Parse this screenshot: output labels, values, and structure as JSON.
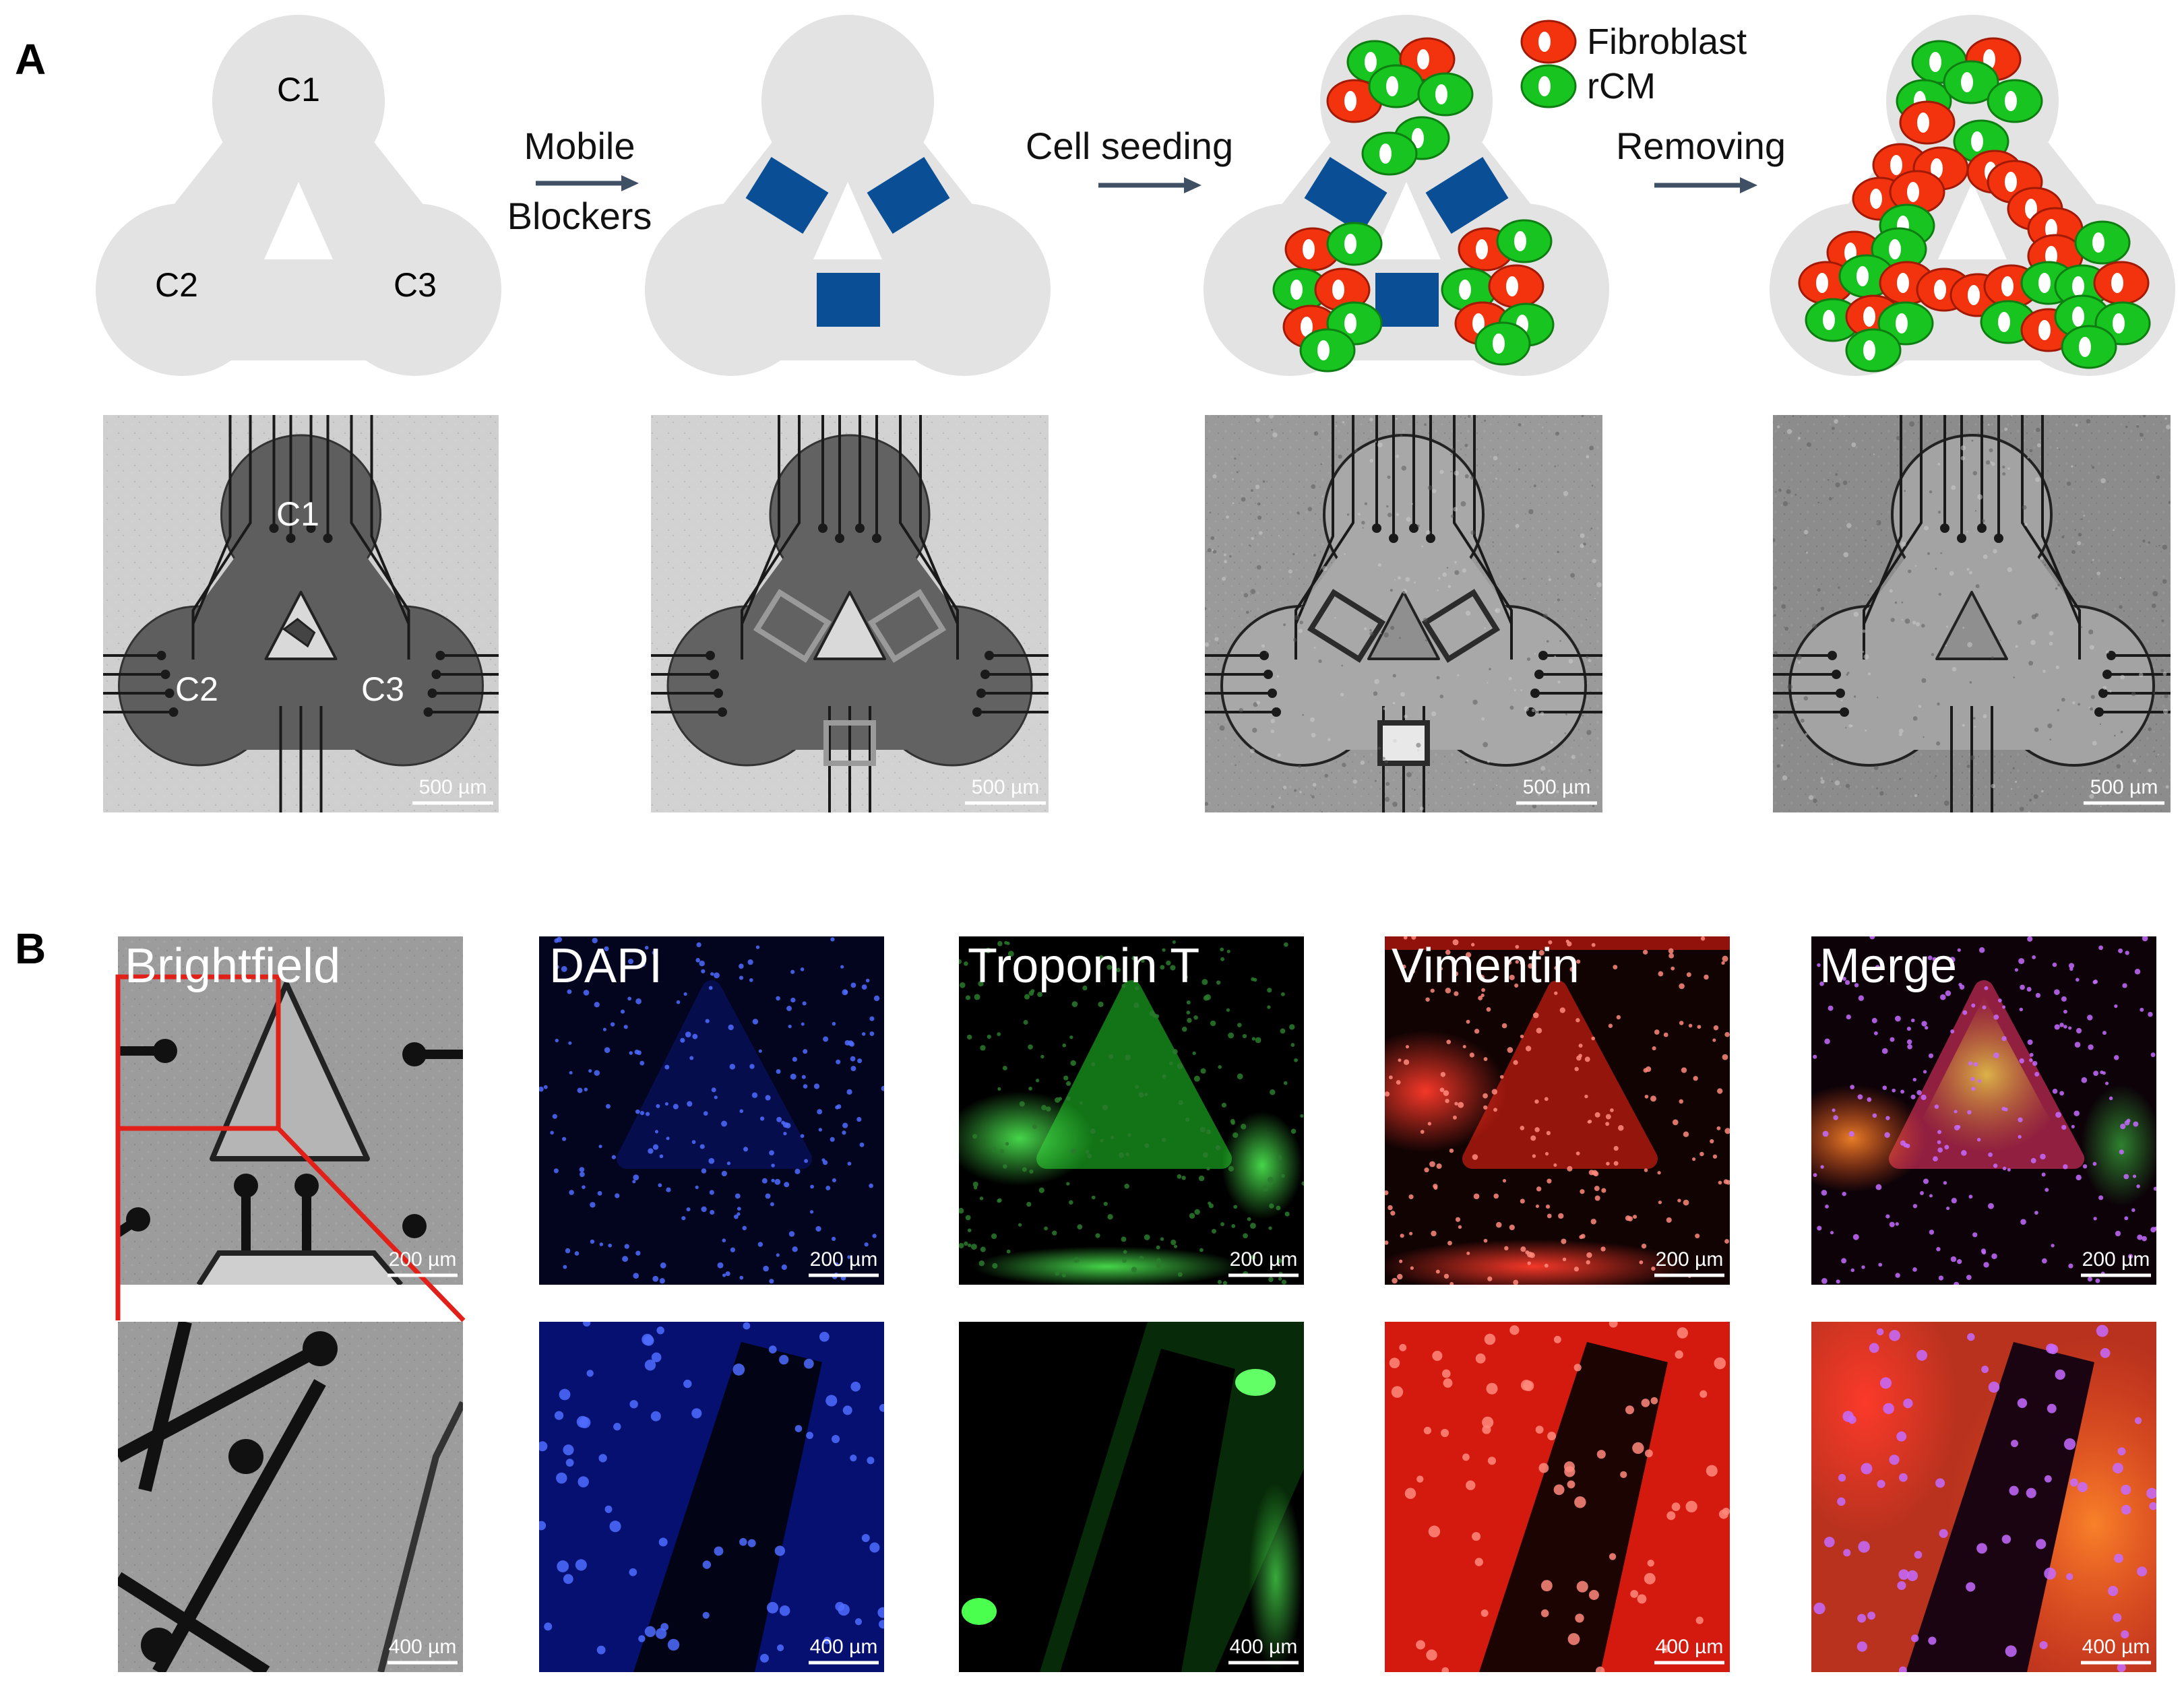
{
  "panels": {
    "a_letter": "A",
    "b_letter": "B"
  },
  "schematic": {
    "chambers": [
      "C1",
      "C2",
      "C3"
    ],
    "steps": {
      "mobile": "Mobile",
      "blockers": "Blockers",
      "cell_seeding": "Cell seeding",
      "removing": "Removing"
    },
    "legend": {
      "fibroblast": "Fibroblast",
      "rcm": "rCM"
    },
    "colors": {
      "chamber_fill": "#e3e3e3",
      "blocker": "#0a4f96",
      "fibroblast": "#f2330e",
      "rcm": "#18c41f",
      "arrow": "#3f5065"
    }
  },
  "micrographs_a": {
    "labels": [
      "C1",
      "C2",
      "C3"
    ],
    "scale": "500 µm"
  },
  "fluorescence": {
    "channels": [
      "Brightfield",
      "DAPI",
      "Troponin T",
      "Vimentin",
      "Merge"
    ],
    "scale_top": "200 µm",
    "scale_bottom": "400 µm"
  }
}
